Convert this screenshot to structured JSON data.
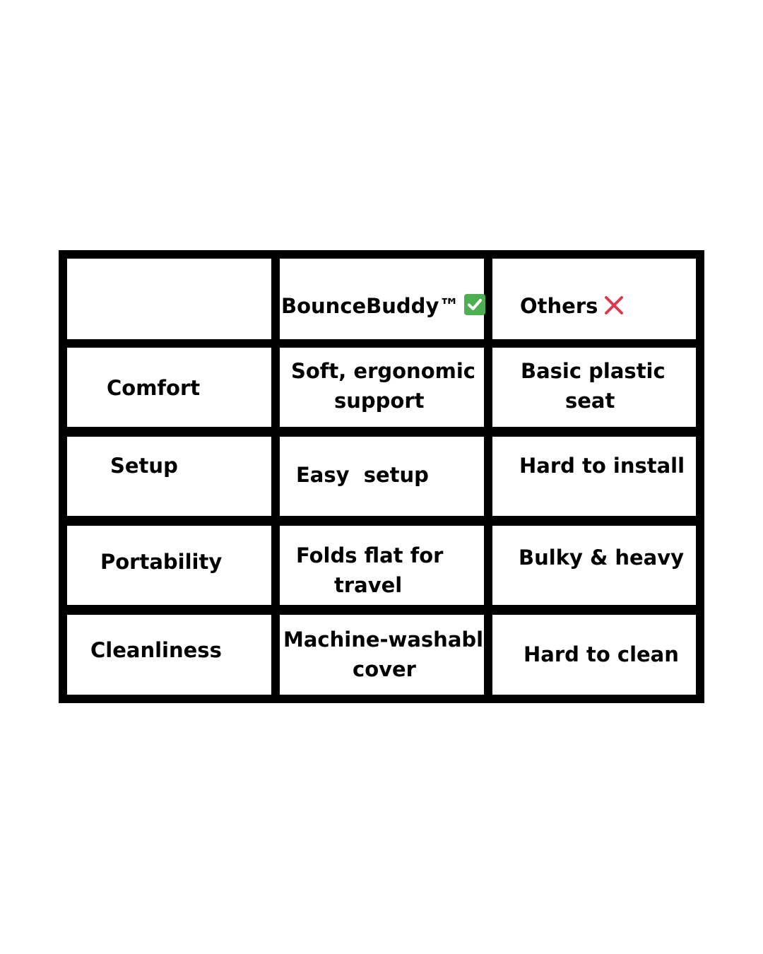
{
  "table": {
    "header": {
      "corner": "",
      "product": "BounceBuddy™",
      "others": "Others"
    },
    "rows": [
      {
        "feature": "Comfort",
        "product": [
          "Soft, ergonomic",
          "support"
        ],
        "others": [
          "Basic plastic",
          "seat"
        ]
      },
      {
        "feature": "Setup",
        "product": [
          "Easy  setup"
        ],
        "others": [
          "Hard to install"
        ]
      },
      {
        "feature": "Portability",
        "product": [
          "Folds flat for",
          "travel"
        ],
        "others": [
          "Bulky & heavy"
        ]
      },
      {
        "feature": "Cleanliness",
        "product": [
          "Machine-washable",
          "cover"
        ],
        "others": [
          "Hard to clean"
        ]
      }
    ]
  },
  "icons": {
    "product": "check-mark-icon",
    "others": "cross-mark-icon"
  },
  "colors": {
    "border": "#000000",
    "check_bg": "#4caf50",
    "cross": "#e0384c"
  }
}
